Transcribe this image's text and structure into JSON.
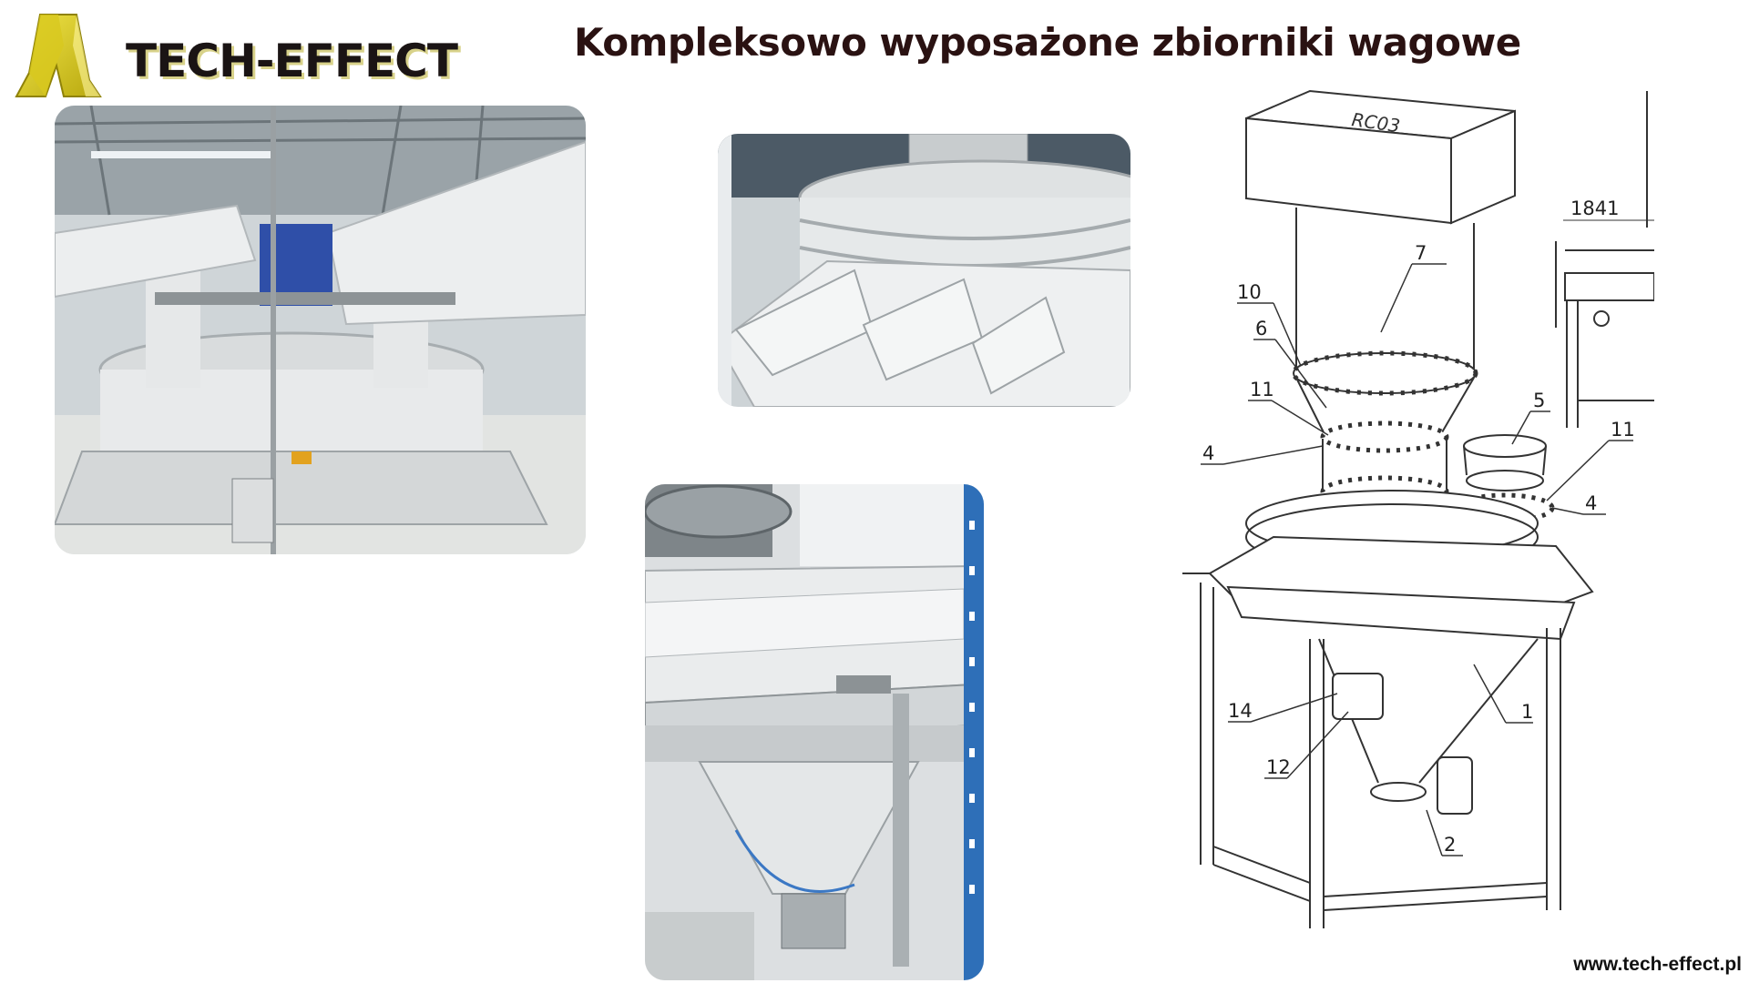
{
  "brand": {
    "name": "TECH-EFFECT"
  },
  "slide": {
    "title": "Kompleksowo wyposażone zbiorniki wagowe"
  },
  "drawing": {
    "tank_label": "RC03",
    "dimension": "1841",
    "callouts": [
      "7",
      "10",
      "6",
      "11",
      "5",
      "11",
      "4",
      "4",
      "14",
      "1",
      "12",
      "2"
    ]
  },
  "footer": {
    "url": "www.tech-effect.pl"
  },
  "colors": {
    "logo_yellow": "#e2d227",
    "title_text": "#2a1212"
  }
}
